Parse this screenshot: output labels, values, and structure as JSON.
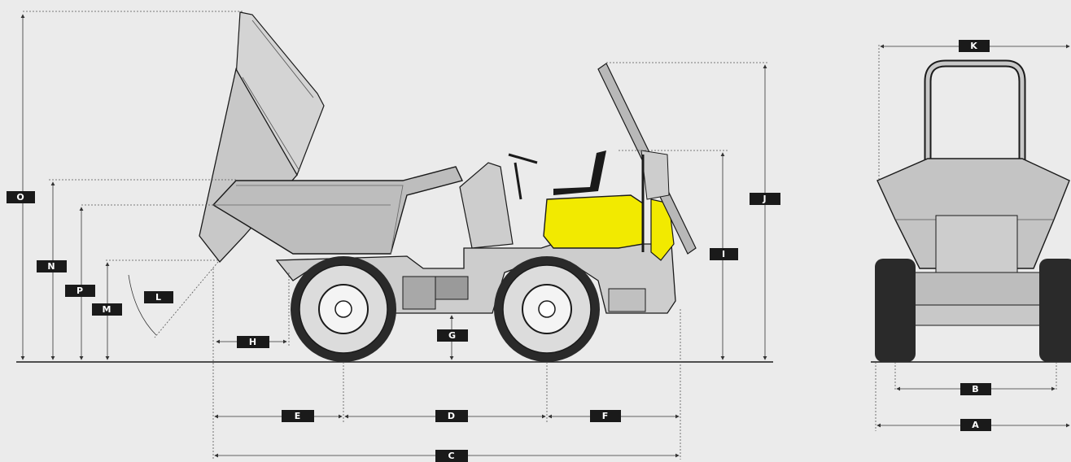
{
  "labels": {
    "A": "A",
    "B": "B",
    "C": "C",
    "D": "D",
    "E": "E",
    "F": "F",
    "G": "G",
    "H": "H",
    "I": "I",
    "J": "J",
    "K": "K",
    "L": "L",
    "M": "M",
    "N": "N",
    "O": "O",
    "P": "P"
  },
  "colors": {
    "background": "#ebebeb",
    "body": "#cfcfcf",
    "skip": "#bdbdbd",
    "accent": "#f2ea00",
    "tire": "#2a2a2a",
    "label_bg": "#1a1a1a"
  }
}
